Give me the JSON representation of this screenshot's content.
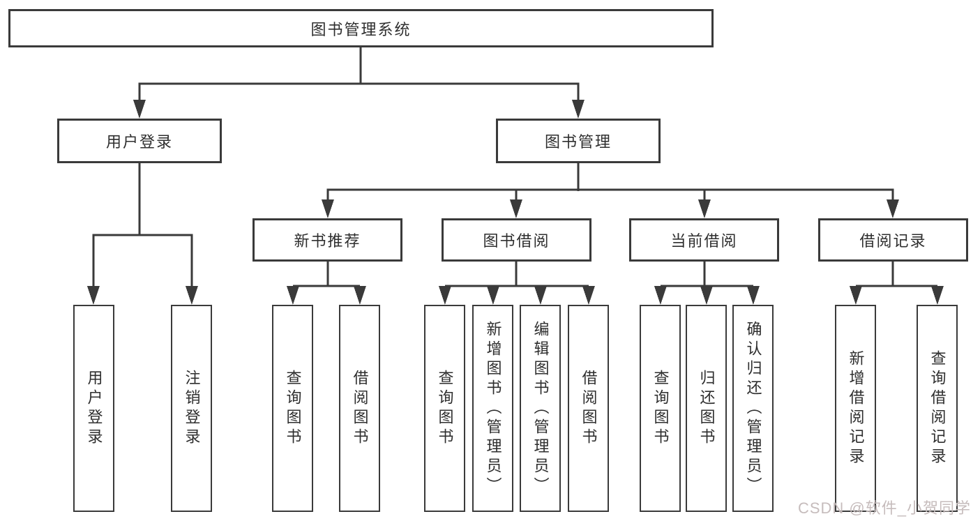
{
  "diagram": {
    "type": "hierarchy-tree",
    "root": {
      "label": "图书管理系统"
    },
    "level2": [
      {
        "label": "用户登录"
      },
      {
        "label": "图书管理"
      }
    ],
    "level3": [
      {
        "label": "新书推荐",
        "parent": "图书管理"
      },
      {
        "label": "图书借阅",
        "parent": "图书管理"
      },
      {
        "label": "当前借阅",
        "parent": "图书管理"
      },
      {
        "label": "借阅记录",
        "parent": "图书管理"
      }
    ],
    "leaves": [
      {
        "label": "用户登录",
        "parent": "用户登录"
      },
      {
        "label": "注销登录",
        "parent": "用户登录"
      },
      {
        "label": "查询图书",
        "parent": "新书推荐"
      },
      {
        "label": "借阅图书",
        "parent": "新书推荐"
      },
      {
        "label": "查询图书",
        "parent": "图书借阅"
      },
      {
        "label": "新增图书（管理员）",
        "parent": "图书借阅"
      },
      {
        "label": "编辑图书（管理员）",
        "parent": "图书借阅"
      },
      {
        "label": "借阅图书",
        "parent": "图书借阅"
      },
      {
        "label": "查询图书",
        "parent": "当前借阅"
      },
      {
        "label": "归还图书",
        "parent": "当前借阅"
      },
      {
        "label": "确认归还（管理员）",
        "parent": "当前借阅"
      },
      {
        "label": "新增借阅记录",
        "parent": "借阅记录"
      },
      {
        "label": "查询借阅记录",
        "parent": "借阅记录"
      }
    ]
  },
  "watermark": {
    "text": "CSDN @软件_小贺同学"
  },
  "colors": {
    "line": "#3a3a3a",
    "box_border": "#3a3a3a",
    "text": "#2e2e2e",
    "background": "#ffffff",
    "watermark": "#c6bcbc"
  }
}
